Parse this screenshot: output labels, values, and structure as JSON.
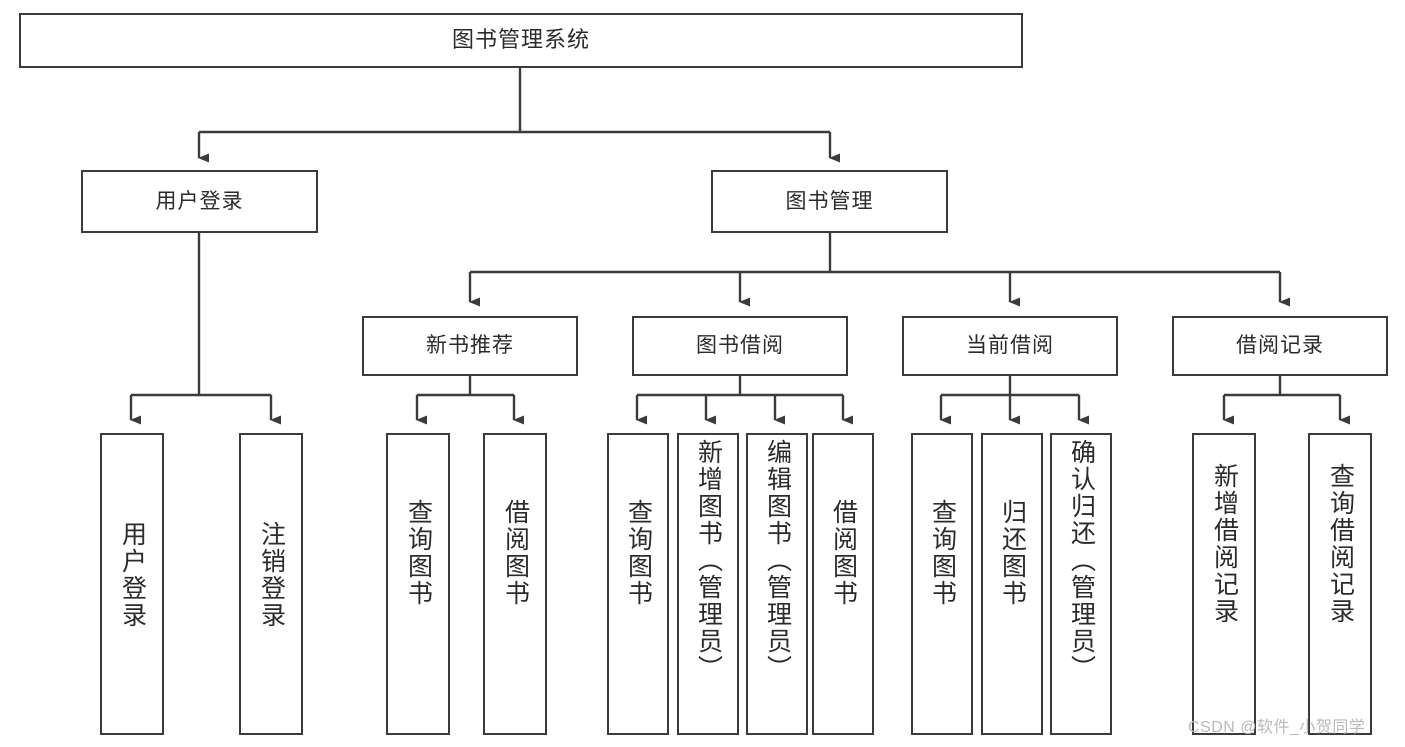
{
  "diagram": {
    "title": "图书管理系统",
    "root": {
      "label": "图书管理系统"
    },
    "level2": [
      {
        "label": "用户登录"
      },
      {
        "label": "图书管理"
      }
    ],
    "level3": [
      {
        "label": "新书推荐"
      },
      {
        "label": "图书借阅"
      },
      {
        "label": "当前借阅"
      },
      {
        "label": "借阅记录"
      }
    ],
    "leaves": {
      "user_login": [
        {
          "label": "用户登录"
        },
        {
          "label": "注销登录"
        }
      ],
      "new_book_recommend": [
        {
          "label": "查询图书"
        },
        {
          "label": "借阅图书"
        }
      ],
      "book_borrow": [
        {
          "label": "查询图书"
        },
        {
          "label": "新增图书（管理员）"
        },
        {
          "label": "编辑图书（管理员）"
        },
        {
          "label": "借阅图书"
        }
      ],
      "current_borrow": [
        {
          "label": "查询图书"
        },
        {
          "label": "归还图书"
        },
        {
          "label": "确认归还（管理员）"
        }
      ],
      "borrow_record": [
        {
          "label": "新增借阅记录"
        },
        {
          "label": "查询借阅记录"
        }
      ]
    }
  },
  "watermark": {
    "text": "CSDN @软件_小贺同学"
  },
  "colors": {
    "stroke": "#3b3b3b",
    "text": "#2b2b2b",
    "background": "#ffffff",
    "watermark": "#b9b9b9"
  }
}
